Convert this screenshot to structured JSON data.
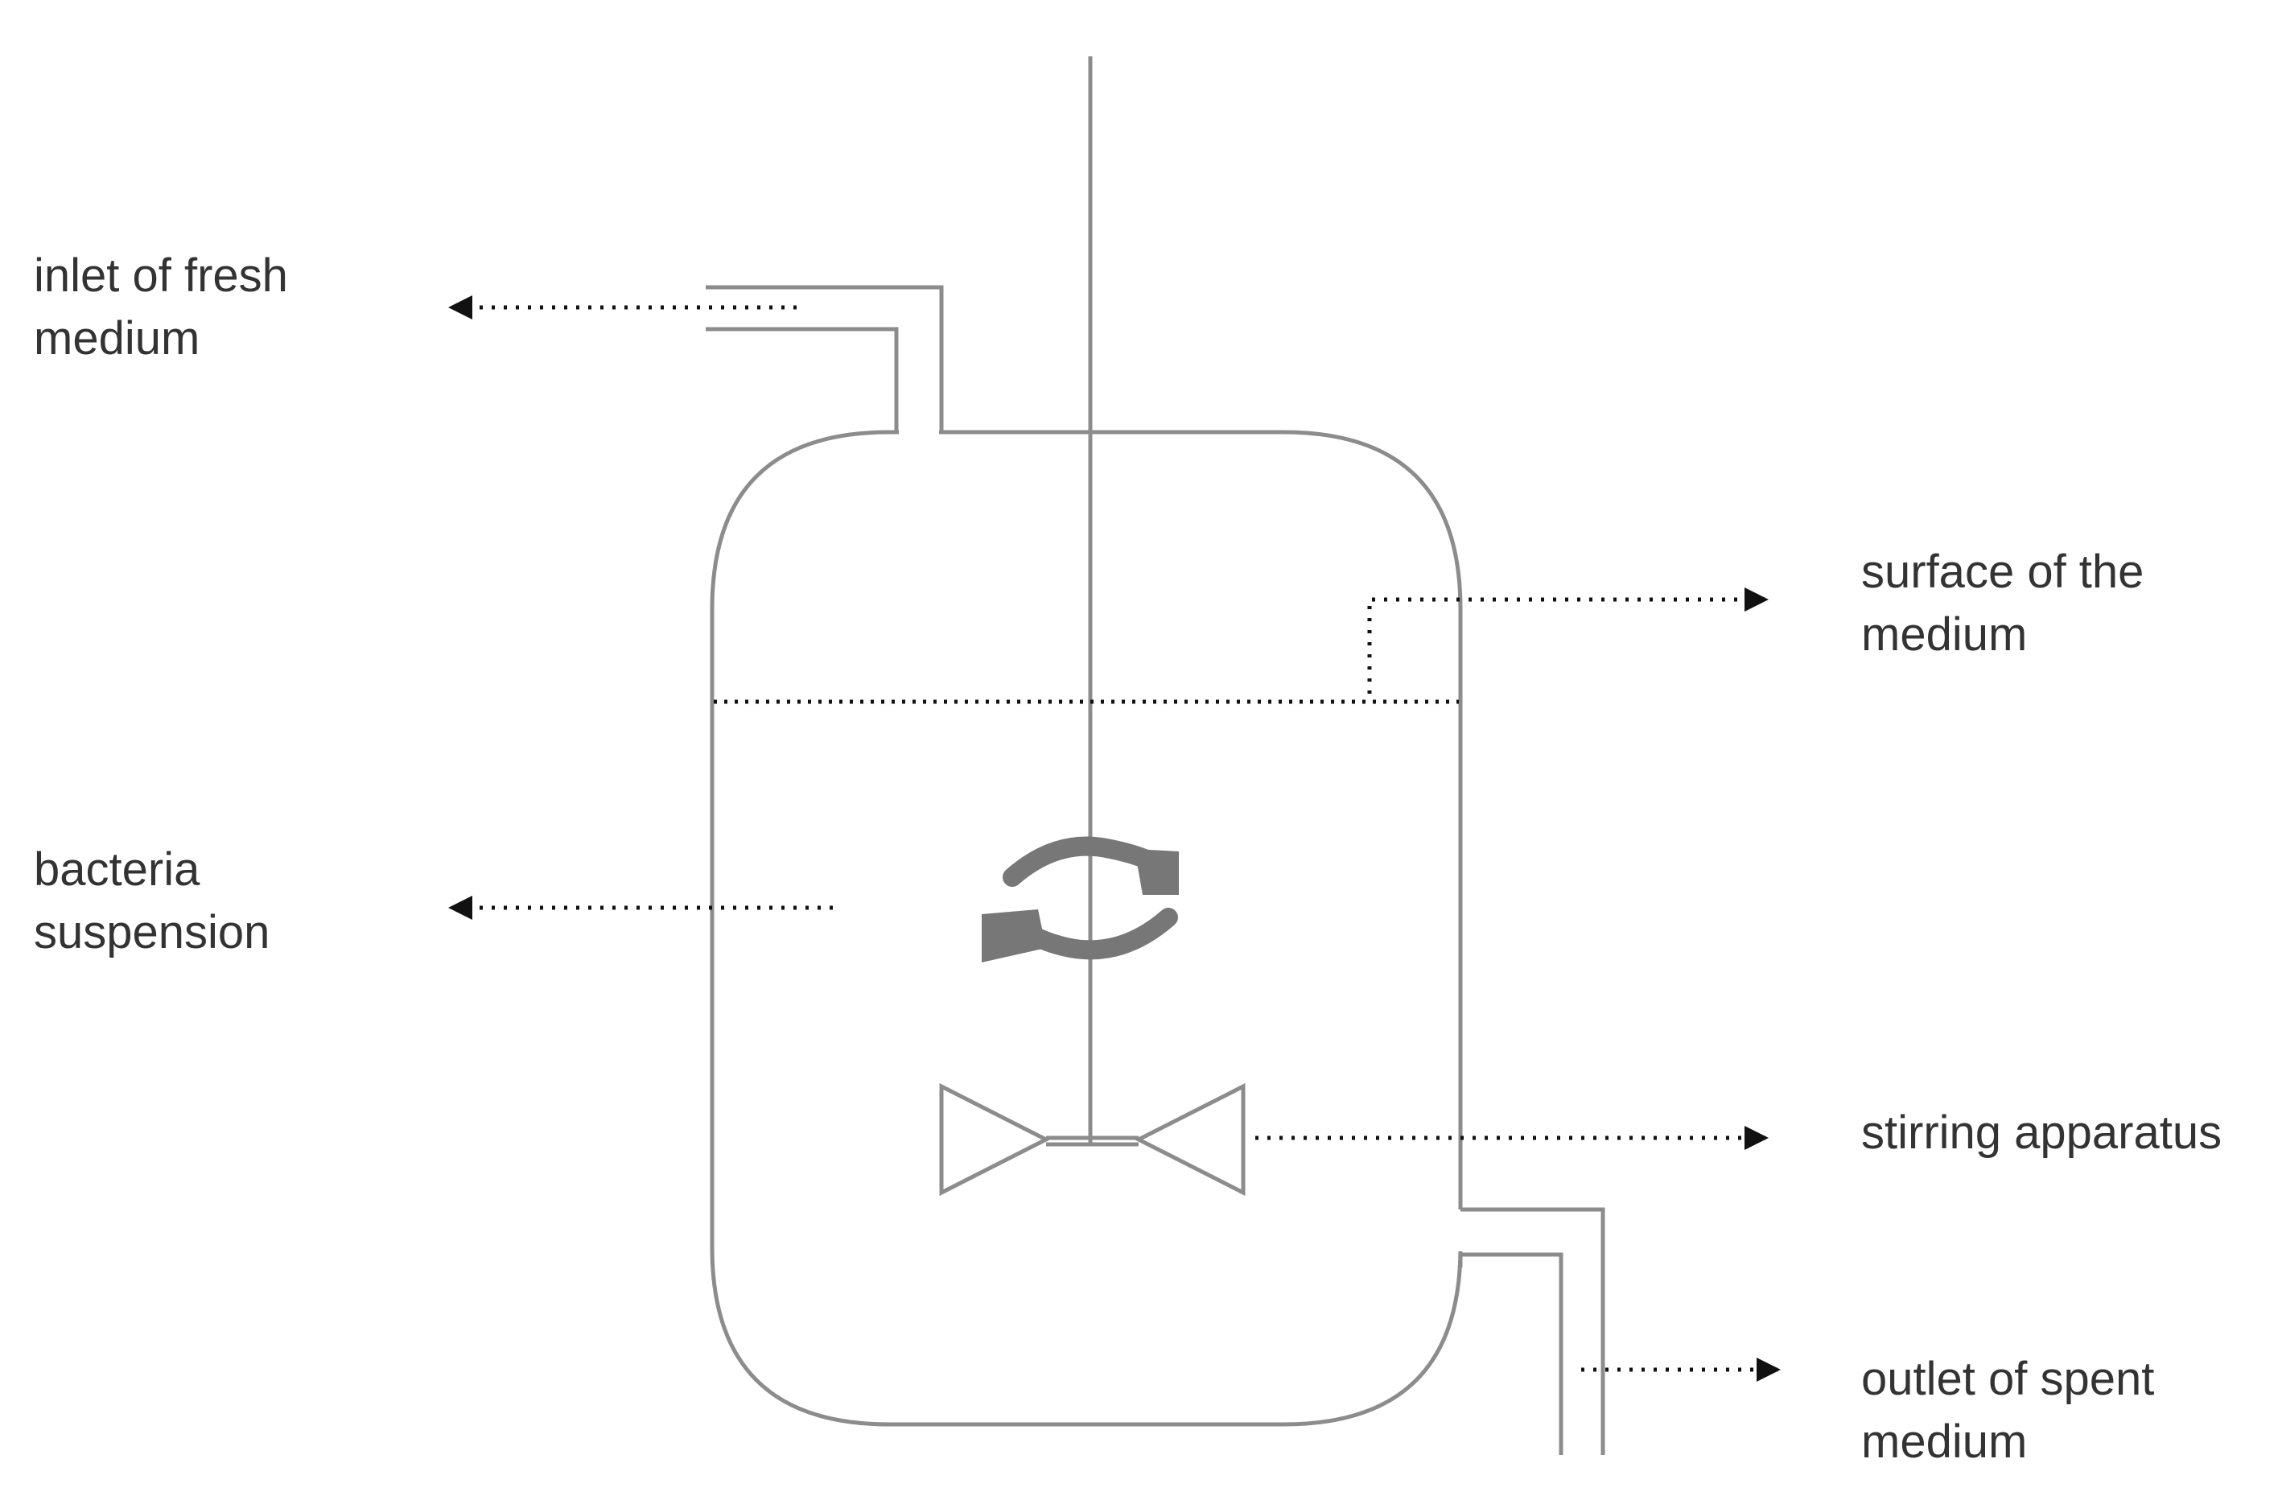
{
  "labels": {
    "inlet": [
      "inlet of fresh",
      "medium"
    ],
    "bacteria": [
      "bacteria",
      "suspension"
    ],
    "surface": [
      "surface of the",
      "medium"
    ],
    "stirring": [
      "stirring apparatus"
    ],
    "outlet": [
      "outlet of spent",
      "medium"
    ]
  },
  "colors": {
    "vessel_line": "#8c8c8c",
    "label_text": "#333333",
    "pointer": "#111111",
    "rotation_icon": "#777777"
  },
  "icons": {
    "rotation": "rotate-arrows-icon",
    "impeller": "impeller-icon"
  }
}
